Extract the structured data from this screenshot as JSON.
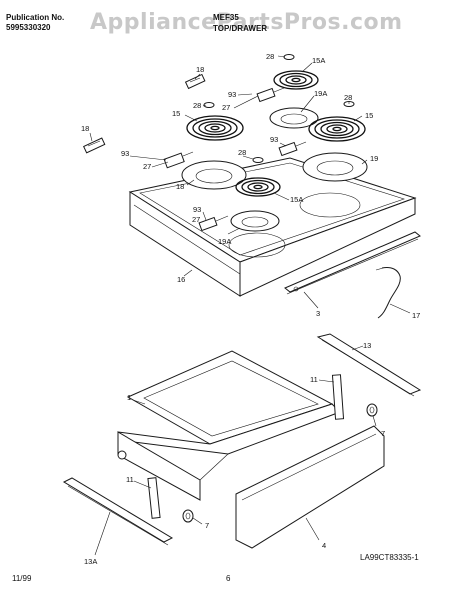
{
  "header": {
    "publication_label": "Publication No.",
    "publication_number": "5995330320",
    "model": "MEF35",
    "section": "TOP/DRAWER",
    "watermark": "AppliancePartsPros.com"
  },
  "footer": {
    "date": "11/99",
    "page": "6",
    "figure_code": "LA99CT83335-1"
  },
  "callouts": {
    "c28a": "28",
    "c15Aa": "15A",
    "c18a": "18",
    "c93a": "93",
    "c28b": "28",
    "c27a": "27",
    "c15a": "15",
    "c19Aa": "19A",
    "c28c": "28",
    "c15b": "15",
    "c18b": "18",
    "c93b": "93",
    "c93c": "93",
    "c27b": "27",
    "c28d": "28",
    "c19": "19",
    "c18c": "18",
    "c15Ab": "15A",
    "c93d": "93",
    "c27c": "27",
    "c19Ab": "19A",
    "c16": "16",
    "c3": "3",
    "c17": "17",
    "c13": "13",
    "c11a": "11",
    "c1": "1",
    "c7a": "7",
    "c11b": "11",
    "c7b": "7",
    "c4": "4",
    "c13A": "13A"
  },
  "icons": {
    "burner": "coil-burner-icon",
    "drip_pan": "drip-bowl-icon",
    "ring": "trim-ring-icon"
  }
}
